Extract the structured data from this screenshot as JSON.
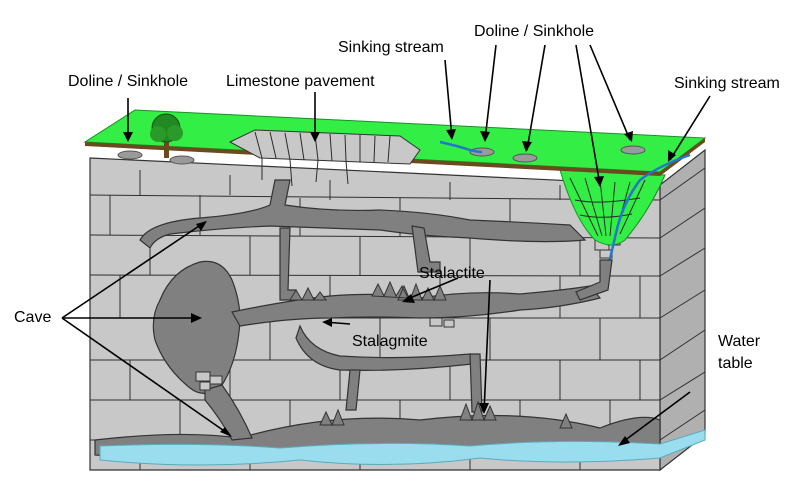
{
  "labels": {
    "doline_left": "Doline / Sinkhole",
    "limestone_pavement": "Limestone pavement",
    "sinking_stream_top": "Sinking stream",
    "doline_right": "Doline / Sinkhole",
    "sinking_stream_right": "Sinking stream",
    "cave": "Cave",
    "stalactite": "Stalactite",
    "stalagmite": "Stalagmite",
    "water_table_line1": "Water",
    "water_table_line2": "table"
  },
  "colors": {
    "grass": "#33ee44",
    "grass_dark": "#1a8f2a",
    "rock_front": "#c8c8c8",
    "rock_side": "#b0b0b0",
    "cave": "#808080",
    "water": "#99ddee",
    "stream": "#2277cc",
    "soil": "#6b4a1e",
    "tree": "#228822"
  }
}
